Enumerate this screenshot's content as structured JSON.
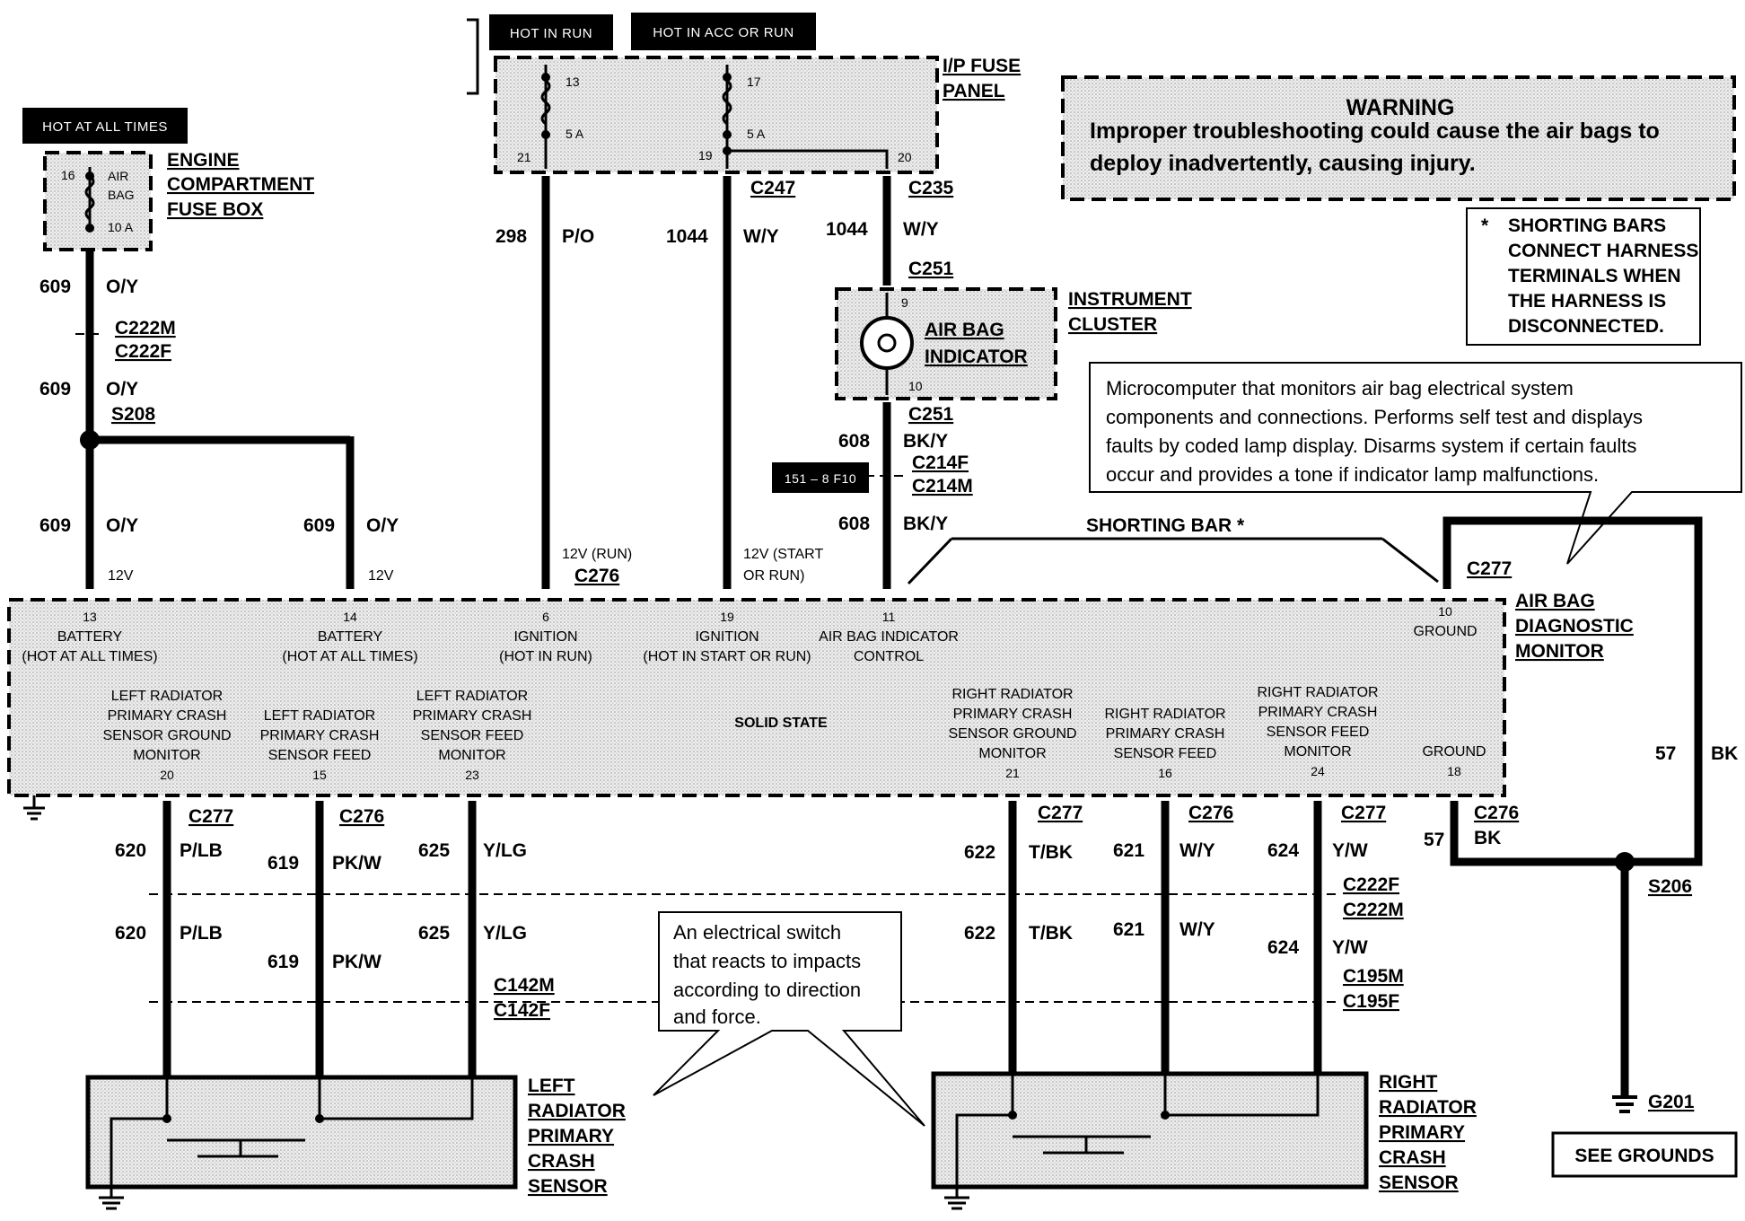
{
  "power_tags": {
    "hot_at_all_times": "HOT AT ALL TIMES",
    "hot_in_run": "HOT IN RUN",
    "hot_in_acc_or_run": "HOT IN ACC OR RUN",
    "location_ref": "151 – 8 F10"
  },
  "components": {
    "engine_fuse_box": [
      "ENGINE",
      "COMPARTMENT",
      "FUSE BOX"
    ],
    "ip_fuse_panel": [
      "I/P FUSE",
      "PANEL"
    ],
    "instrument_cluster": [
      "INSTRUMENT",
      "CLUSTER"
    ],
    "air_bag_indicator": [
      "AIR BAG",
      "INDICATOR"
    ],
    "air_bag_diagnostic_monitor": [
      "AIR BAG",
      "DIAGNOSTIC",
      "MONITOR"
    ],
    "left_sensor": [
      "LEFT",
      "RADIATOR",
      "PRIMARY",
      "CRASH",
      "SENSOR"
    ],
    "right_sensor": [
      "RIGHT",
      "RADIATOR",
      "PRIMARY",
      "CRASH",
      "SENSOR"
    ],
    "ground_point": "G201",
    "see_grounds": "SEE GROUNDS",
    "shorting_bar": "SHORTING BAR *",
    "solid_state": "SOLID STATE"
  },
  "fuses": {
    "engine": {
      "pin": "16",
      "name1": "AIR",
      "name2": "BAG",
      "rating": "10 A"
    },
    "ip_13": {
      "pin_top": "13",
      "pin_bottom": "21",
      "rating": "5 A"
    },
    "ip_17": {
      "pin_top": "17",
      "pin_bottom": "19",
      "rating": "5 A",
      "pin_out": "20"
    }
  },
  "warning": {
    "title": "WARNING",
    "line1": "Improper troubleshooting could cause the air bags to",
    "line2": "deploy inadvertently, causing injury."
  },
  "note": {
    "star": "*",
    "lines": [
      "SHORTING BARS",
      "CONNECT HARNESS",
      "TERMINALS WHEN",
      "THE HARNESS IS",
      "DISCONNECTED."
    ]
  },
  "callouts": {
    "monitor": [
      "Microcomputer that monitors air bag electrical system",
      "components and connections.  Performs self test and displays",
      "faults by coded lamp display.  Disarms system if certain faults",
      "occur and provides a tone if indicator lamp malfunctions."
    ],
    "switch": [
      "An electrical switch",
      "that reacts to impacts",
      "according to direction",
      "and force."
    ]
  },
  "wires": {
    "w609_a": {
      "circuit": "609",
      "color": "O/Y"
    },
    "w609_b": {
      "circuit": "609",
      "color": "O/Y"
    },
    "w609_c": {
      "circuit": "609",
      "color": "O/Y"
    },
    "w609_d": {
      "circuit": "609",
      "color": "O/Y"
    },
    "w298": {
      "circuit": "298",
      "color": "P/O"
    },
    "w1044_a": {
      "circuit": "1044",
      "color": "W/Y"
    },
    "w1044_b": {
      "circuit": "1044",
      "color": "W/Y"
    },
    "w608_a": {
      "circuit": "608",
      "color": "BK/Y"
    },
    "w608_b": {
      "circuit": "608",
      "color": "BK/Y"
    },
    "w57_a": {
      "circuit": "57",
      "color": "BK"
    },
    "w57_b": {
      "circuit": "57",
      "color": "BK"
    },
    "w620": {
      "circuit": "620",
      "color": "P/LB"
    },
    "w619": {
      "circuit": "619",
      "color": "PK/W"
    },
    "w625": {
      "circuit": "625",
      "color": "Y/LG"
    },
    "w622": {
      "circuit": "622",
      "color": "T/BK"
    },
    "w621": {
      "circuit": "621",
      "color": "W/Y"
    },
    "w624": {
      "circuit": "624",
      "color": "Y/W"
    }
  },
  "connectors": {
    "c222m": "C222M",
    "c222f": "C222F",
    "s208": "S208",
    "c247": "C247",
    "c235": "C235",
    "c251_top": "C251",
    "c251_bottom": "C251",
    "c214f": "C214F",
    "c214m": "C214M",
    "c276_top": "C276",
    "c277_top": "C277",
    "c277_620": "C277",
    "c276_619": "C276",
    "c277_622": "C277",
    "c276_621": "C276",
    "c277_624": "C277",
    "c276_57": "C276",
    "c222f_b": "C222F",
    "c222m_b": "C222M",
    "c142m": "C142M",
    "c142f": "C142F",
    "c195m": "C195M",
    "c195f": "C195F",
    "s206": "S206"
  },
  "voltages": {
    "v12_a": "12V",
    "v12_b": "12V",
    "v12_run": "12V (RUN)",
    "v12_start_1": "12V (START",
    "v12_start_2": "OR RUN)"
  },
  "pin_labels": {
    "top": [
      {
        "pin": "13",
        "l1": "BATTERY",
        "l2": "(HOT AT ALL TIMES)"
      },
      {
        "pin": "14",
        "l1": "BATTERY",
        "l2": "(HOT AT ALL TIMES)"
      },
      {
        "pin": "6",
        "l1": "IGNITION",
        "l2": "(HOT IN RUN)"
      },
      {
        "pin": "19",
        "l1": "IGNITION",
        "l2": "(HOT IN START OR RUN)"
      },
      {
        "pin": "11",
        "l1": "AIR BAG INDICATOR",
        "l2": "CONTROL"
      },
      {
        "pin": "10",
        "l1": "GROUND",
        "l2": ""
      }
    ],
    "bottom": [
      {
        "pin": "20",
        "lines": [
          "LEFT RADIATOR",
          "PRIMARY CRASH",
          "SENSOR GROUND",
          "MONITOR"
        ]
      },
      {
        "pin": "15",
        "lines": [
          "LEFT RADIATOR",
          "PRIMARY CRASH",
          "SENSOR FEED"
        ]
      },
      {
        "pin": "23",
        "lines": [
          "LEFT RADIATOR",
          "PRIMARY CRASH",
          "SENSOR FEED",
          "MONITOR"
        ]
      },
      {
        "pin": "21",
        "lines": [
          "RIGHT RADIATOR",
          "PRIMARY CRASH",
          "SENSOR GROUND",
          "MONITOR"
        ]
      },
      {
        "pin": "16",
        "lines": [
          "RIGHT RADIATOR",
          "PRIMARY CRASH",
          "SENSOR FEED"
        ]
      },
      {
        "pin": "24",
        "lines": [
          "RIGHT RADIATOR",
          "PRIMARY CRASH",
          "SENSOR FEED",
          "MONITOR"
        ]
      },
      {
        "pin": "18",
        "lines": [
          "GROUND"
        ]
      }
    ]
  },
  "cluster_pins": {
    "in": "9",
    "out": "10"
  }
}
